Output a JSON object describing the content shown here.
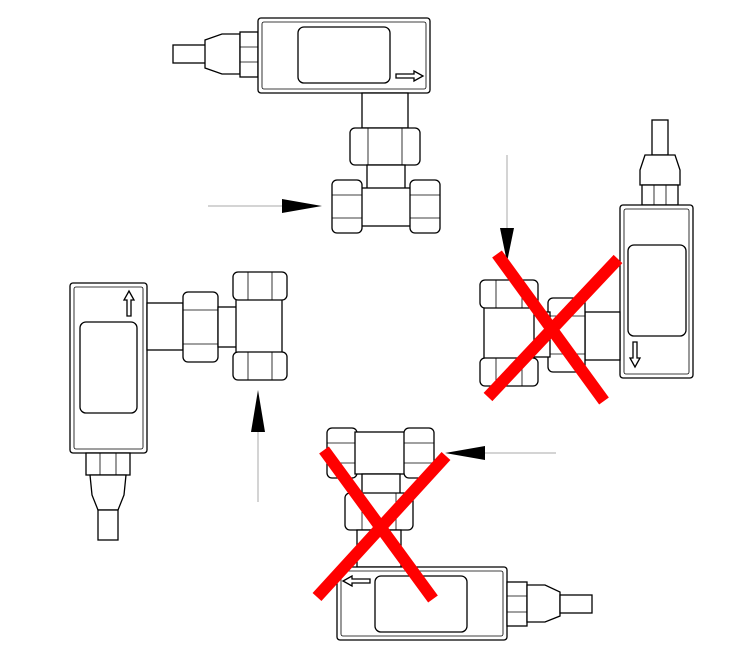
{
  "diagram": {
    "title": "",
    "colors": {
      "line": "#000000",
      "cross": "#ff0000",
      "flow_line": "#aaaaaa"
    },
    "installations": [
      {
        "orientation": "sensor-top",
        "flow_direction": "right",
        "allowed": true
      },
      {
        "orientation": "sensor-left",
        "flow_direction": "up",
        "allowed": true
      },
      {
        "orientation": "sensor-right",
        "flow_direction": "down",
        "allowed": false
      },
      {
        "orientation": "sensor-bottom",
        "flow_direction": "left",
        "allowed": false
      }
    ]
  }
}
